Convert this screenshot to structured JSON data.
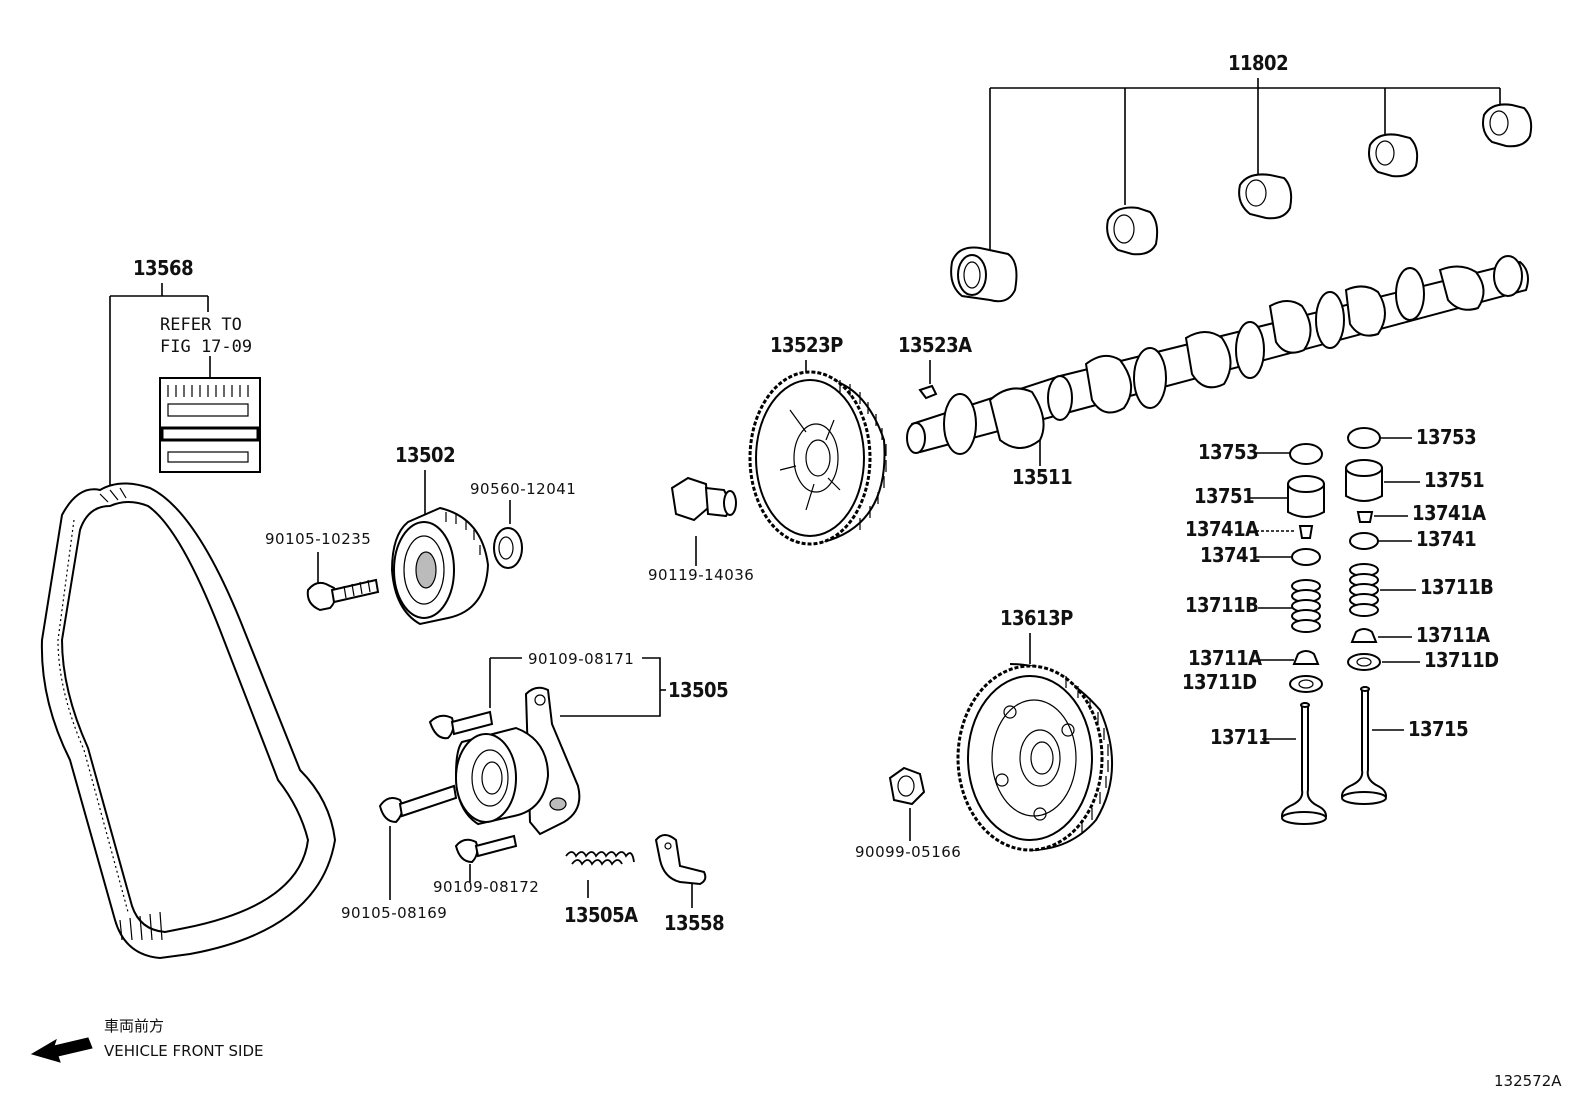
{
  "diagram": {
    "drawing_number": "132572A",
    "front_side": {
      "japanese": "車両前方",
      "english": "VEHICLE FRONT SIDE"
    },
    "refer_note": {
      "line1": "REFER TO",
      "line2": "FIG 17-09"
    },
    "labels": {
      "p11802": "11802",
      "p13568": "13568",
      "p13523P": "13523P",
      "p13523A": "13523A",
      "p13502": "13502",
      "p90560_12041": "90560-12041",
      "p90105_10235": "90105-10235",
      "p90119_14036": "90119-14036",
      "p13511": "13511",
      "p13753_l": "13753",
      "p13753_r": "13753",
      "p13751_l": "13751",
      "p13751_r": "13751",
      "p13741A_l": "13741A",
      "p13741A_r": "13741A",
      "p13741_l": "13741",
      "p13741_r": "13741",
      "p13711B_l": "13711B",
      "p13711B_r": "13711B",
      "p13711A_l": "13711A",
      "p13711A_r": "13711A",
      "p13711D_l": "13711D",
      "p13711D_r": "13711D",
      "p13711": "13711",
      "p13715": "13715",
      "p13613P": "13613P",
      "p90099_05166": "90099-05166",
      "p90109_08171": "90109-08171",
      "p13505": "13505",
      "p90109_08172": "90109-08172",
      "p90105_08169": "90105-08169",
      "p13505A": "13505A",
      "p13558": "13558"
    }
  }
}
